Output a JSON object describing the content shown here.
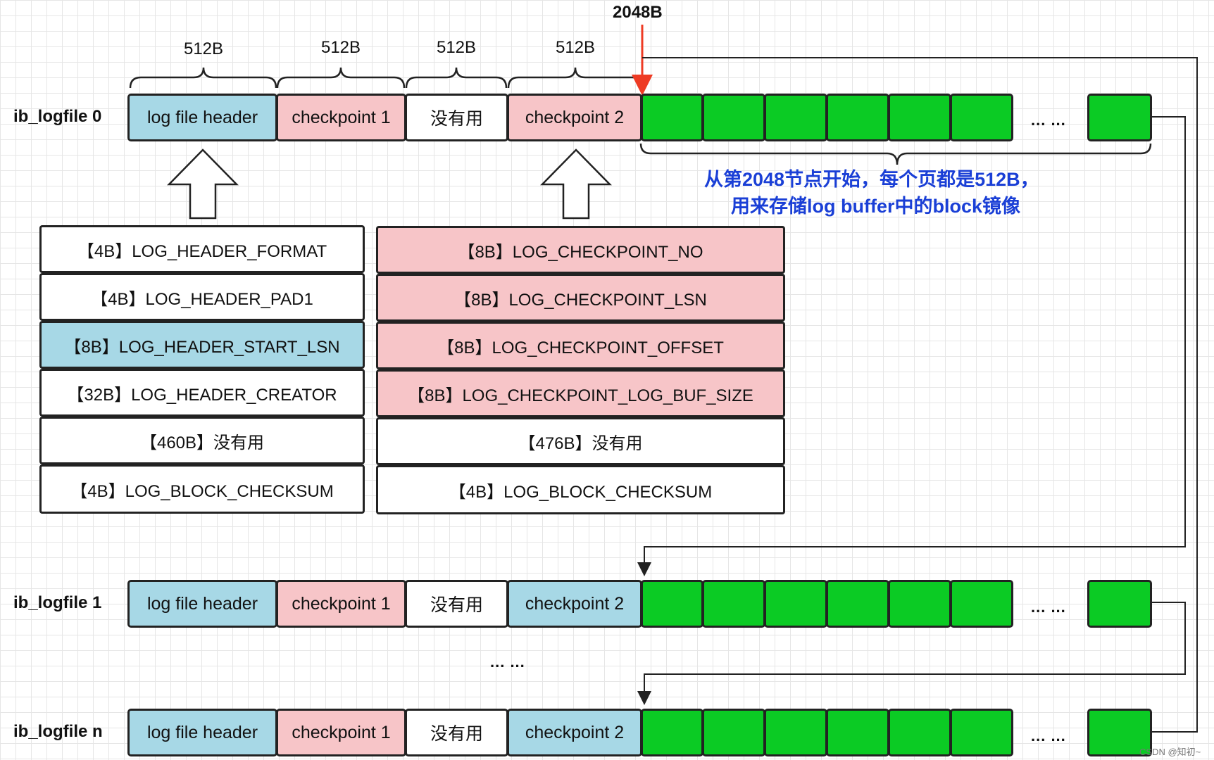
{
  "marker_label": "2048B",
  "size_labels": [
    "512B",
    "512B",
    "512B",
    "512B"
  ],
  "files": [
    {
      "name": "ib_logfile 0",
      "cells": [
        "log file header",
        "checkpoint 1",
        "没有用",
        "checkpoint 2"
      ],
      "ellipsis": "... ..."
    },
    {
      "name": "ib_logfile 1",
      "cells": [
        "log file header",
        "checkpoint 1",
        "没有用",
        "checkpoint 2"
      ],
      "ellipsis": "... ..."
    },
    {
      "name": "ib_logfile n",
      "cells": [
        "log file header",
        "checkpoint 1",
        "没有用",
        "checkpoint 2"
      ],
      "ellipsis": "... ..."
    }
  ],
  "between_files_ellipsis": "... ...",
  "note": {
    "line1": "从第2048节点开始，每个页都是512B，",
    "line2": "用来存储log buffer中的block镜像"
  },
  "header_fields": [
    "【4B】LOG_HEADER_FORMAT",
    "【4B】LOG_HEADER_PAD1",
    "【8B】LOG_HEADER_START_LSN",
    "【32B】LOG_HEADER_CREATOR",
    "【460B】没有用",
    "【4B】LOG_BLOCK_CHECKSUM"
  ],
  "checkpoint_fields": [
    "【8B】LOG_CHECKPOINT_NO",
    "【8B】LOG_CHECKPOINT_LSN",
    "【8B】LOG_CHECKPOINT_OFFSET",
    "【8B】LOG_CHECKPOINT_LOG_BUF_SIZE",
    "【476B】没有用",
    "【4B】LOG_BLOCK_CHECKSUM"
  ],
  "watermark": "CSDN @知初~",
  "colors": {
    "header": "#a7d8e6",
    "checkpoint": "#f7c5c8",
    "block": "#0bcb24",
    "marker": "#ee3b24",
    "note": "#1a3fd6"
  }
}
